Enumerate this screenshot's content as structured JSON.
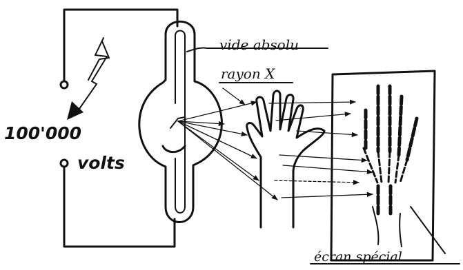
{
  "labels": {
    "vacuum": "vide absolu",
    "ray": "rayon X",
    "voltage": "100'000",
    "volts": "volts",
    "screen": "écran spécial"
  }
}
